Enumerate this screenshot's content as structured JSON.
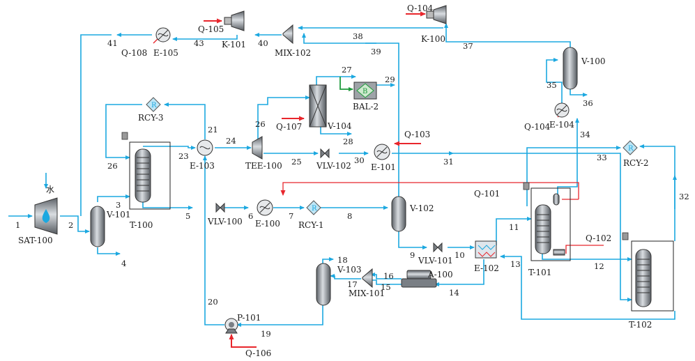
{
  "equipment": {
    "sat100": "SAT-100",
    "water": "水",
    "v101": "V-101",
    "t100": "T-100",
    "rcy3": "RCY-3",
    "e103": "E-103",
    "tee100": "TEE-100",
    "v104": "V-104",
    "bal2": "BAL-2",
    "vlv102": "VLV-102",
    "e101": "E-101",
    "vlv100": "VLV-100",
    "e100": "E-100",
    "rcy1": "RCY-1",
    "v102": "V-102",
    "vlv101": "VLV-101",
    "e102": "E-102",
    "t101": "T-101",
    "t102": "T-102",
    "rcy2": "RCY-2",
    "v100": "V-100",
    "e104": "E-104",
    "k100": "K-100",
    "k101": "K-101",
    "mix102": "MIX-102",
    "e105": "E-105",
    "a100": "A-100",
    "mix101": "MIX-101",
    "v103": "V-103",
    "p101": "P-101",
    "rcy_letter": "R",
    "bal_letter": "B"
  },
  "energy": {
    "q101": "Q-101",
    "q102": "Q-102",
    "q103": "Q-103",
    "q104a": "Q-104",
    "q104b": "Q-104",
    "q105": "Q-105",
    "q106": "Q-106",
    "q107": "Q-107",
    "q108": "Q-108"
  },
  "streams": {
    "s1": "1",
    "s2": "2",
    "s3": "3",
    "s4": "4",
    "s5": "5",
    "s6": "6",
    "s7": "7",
    "s8": "8",
    "s9": "9",
    "s10": "10",
    "s11": "11",
    "s12": "12",
    "s13": "13",
    "s14": "14",
    "s15": "15",
    "s16": "16",
    "s17": "17",
    "s18": "18",
    "s19": "19",
    "s20": "20",
    "s21": "21",
    "s23": "23",
    "s24": "24",
    "s25": "25",
    "s26": "26",
    "s27": "27",
    "s28": "28",
    "s29": "29",
    "s30": "30",
    "s31": "31",
    "s32": "32",
    "s33": "33",
    "s34": "34",
    "s35": "35",
    "s36": "36",
    "s37": "37",
    "s38": "38",
    "s39": "39",
    "s40": "40",
    "s41": "41",
    "s43": "43"
  },
  "colors": {
    "material_stream": "#1ca8e0",
    "energy_stream": "#e8262c",
    "balance_stream": "#1f9a3c",
    "vessel_fill": "#8a8f95",
    "recycle_fill": "#bfe6f6"
  }
}
